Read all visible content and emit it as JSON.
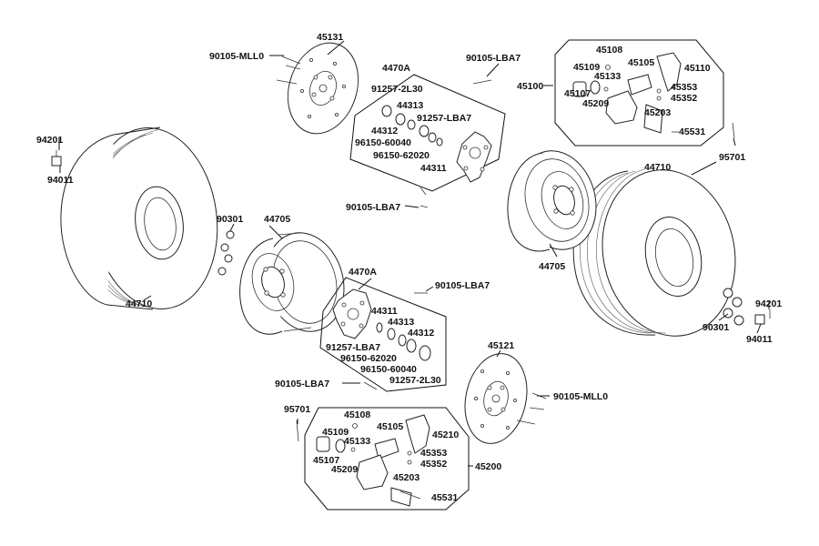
{
  "labels": {
    "tire_left": "44710",
    "tire_right": "44710",
    "rim_left": "44705",
    "rim_right": "44705",
    "nut_set_left": "90301",
    "nut_set_right": "90301",
    "valve_cap_left": "94201",
    "valve_left": "94011",
    "valve_cap_right": "94201",
    "valve_right": "94011",
    "disc_top": "45131",
    "disc_bottom": "45121",
    "disc_bolt_top": "90105-MLL0",
    "disc_bolt_bottom": "90105-MLL0",
    "hub_group_top": "4470A",
    "hub_group_bottom": "4470A",
    "hub_bolt_top_right": "90105-LBA7",
    "hub_bolt_top_left": "90105-LBA7",
    "hub_bolt_bottom_right": "90105-LBA7",
    "hub_bolt_bottom_left": "90105-LBA7",
    "top_hub": {
      "p91257_2l30": "91257-2L30",
      "p44313": "44313",
      "p91257_lba7": "91257-LBA7",
      "p44312": "44312",
      "p96150_60040": "96150-60040",
      "p96150_62020": "96150-62020",
      "p44311": "44311"
    },
    "bottom_hub": {
      "p44311": "44311",
      "p44313": "44313",
      "p44312": "44312",
      "p91257_lba7": "91257-LBA7",
      "p96150_62020": "96150-62020",
      "p96150_60040": "96150-60040",
      "p91257_2l30": "91257-2L30"
    },
    "caliper_top": {
      "group": "45100",
      "p45108": "45108",
      "p45109": "45109",
      "p45105": "45105",
      "p45110": "45110",
      "p45133": "45133",
      "p45107": "45107",
      "p45353": "45353",
      "p45352": "45352",
      "p45209": "45209",
      "p45203": "45203",
      "p45531": "45531",
      "p95701": "95701"
    },
    "caliper_bottom": {
      "group": "45200",
      "p95701": "95701",
      "p45108": "45108",
      "p45109": "45109",
      "p45105": "45105",
      "p45210": "45210",
      "p45133": "45133",
      "p45107": "45107",
      "p45353": "45353",
      "p45352": "45352",
      "p45209": "45209",
      "p45203": "45203",
      "p45531": "45531"
    }
  }
}
